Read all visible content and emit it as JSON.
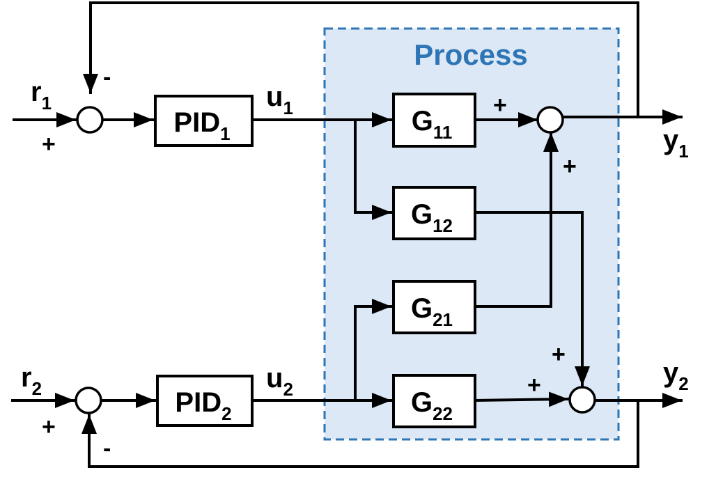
{
  "colors": {
    "process_fill": "#dce8f6",
    "process_border": "#2e75b6",
    "process_title": "#2e75b6",
    "line": "#000000"
  },
  "process": {
    "title": "Process"
  },
  "controllers": [
    {
      "main": "PID",
      "sub": "1"
    },
    {
      "main": "PID",
      "sub": "2"
    }
  ],
  "blocks": {
    "g11": {
      "main": "G",
      "sub": "11"
    },
    "g12": {
      "main": "G",
      "sub": "12"
    },
    "g21": {
      "main": "G",
      "sub": "21"
    },
    "g22": {
      "main": "G",
      "sub": "22"
    }
  },
  "signals": {
    "r1": {
      "main": "r",
      "sub": "1"
    },
    "r2": {
      "main": "r",
      "sub": "2"
    },
    "u1": {
      "main": "u",
      "sub": "1"
    },
    "u2": {
      "main": "u",
      "sub": "2"
    },
    "y1": {
      "main": "y",
      "sub": "1"
    },
    "y2": {
      "main": "y",
      "sub": "2"
    }
  },
  "signs": {
    "sum_r1_feedback": "-",
    "sum_r1_input": "+",
    "sum_r2_feedback": "-",
    "sum_r2_input": "+",
    "sum_y1_g11": "+",
    "sum_y1_g21": "+",
    "sum_y2_g12": "+",
    "sum_y2_g22": "+"
  }
}
